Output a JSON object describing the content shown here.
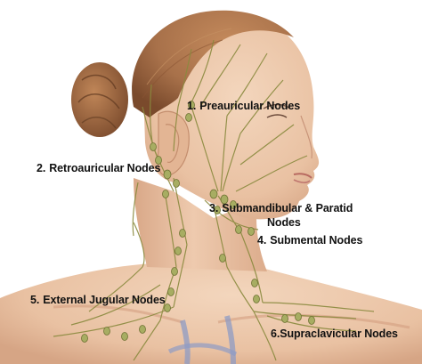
{
  "labels": {
    "preauricular": {
      "number": "1.",
      "text": "Preauricular Nodes"
    },
    "retroauricular": {
      "number": "2.",
      "text": "Retroauricular Nodes"
    },
    "submandibular": {
      "number": "3.",
      "text": "Submandibular & Paratid",
      "text_line2": "Nodes"
    },
    "submental": {
      "number": "4.",
      "text": "Submental Nodes"
    },
    "external_jugular": {
      "number": "5.",
      "text": "External Jugular Nodes"
    },
    "supraclavicular": {
      "number": "6.",
      "text": "Supraclavicular Nodes"
    }
  },
  "colors": {
    "background": "#ffffff",
    "skin": "#edc9ac",
    "skin_shadow": "#d9a888",
    "hair": "#a8714a",
    "hair_dark": "#7a4a2c",
    "lymph_vessel": "#8a8a3e",
    "lymph_node": "#a7ad62",
    "vein": "#8e9bc4",
    "label_text": "#111111"
  }
}
